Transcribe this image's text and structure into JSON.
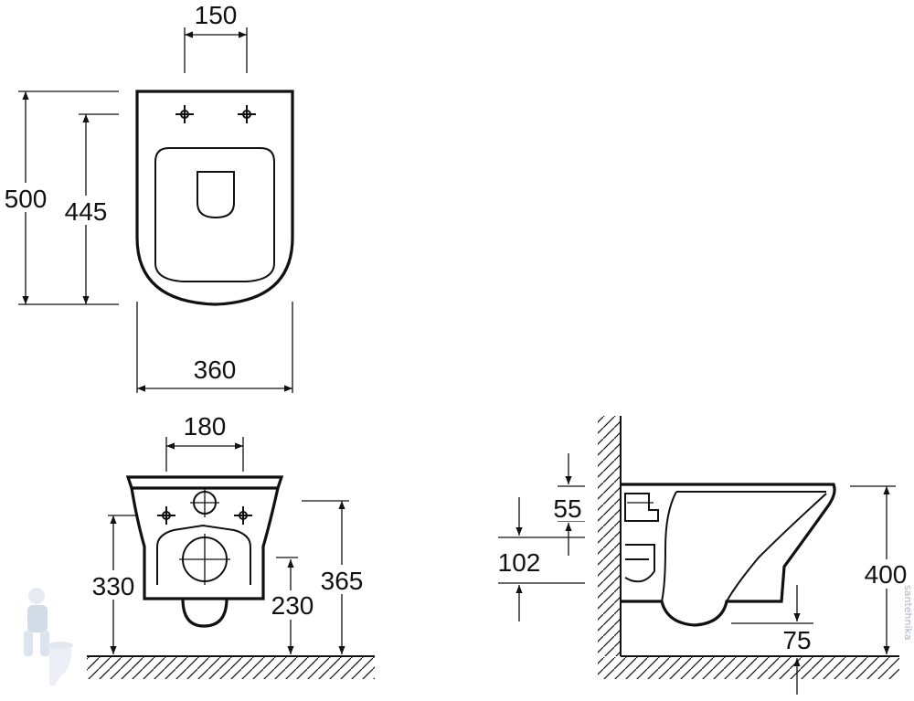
{
  "top_view": {
    "width_dim": "360",
    "length_dim": "500",
    "bolt_to_front_dim": "445",
    "bolt_spacing_dim": "150"
  },
  "front_view": {
    "bolt_spacing_dim": "180",
    "rim_height_dim": "330",
    "outlet_height_dim": "230",
    "fixing_height_dim": "365"
  },
  "side_view": {
    "top_offset_dim": "55",
    "fixing_offset_dim": "102",
    "rim_to_floor_dim": "400",
    "outlet_dim": "75"
  },
  "watermark": {
    "icon": "plumber-mascot-icon",
    "text": "santehnika"
  }
}
